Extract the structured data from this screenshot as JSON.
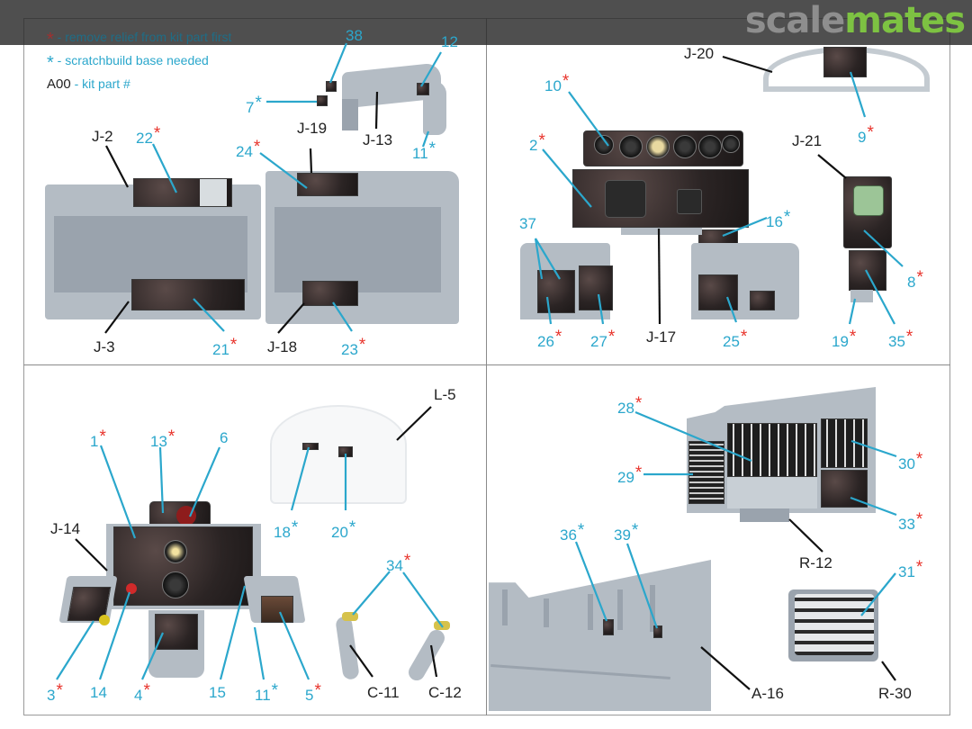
{
  "brand": {
    "word1": "scale",
    "word2": "mates"
  },
  "legend": {
    "red_star": "*",
    "red_text": " - remove relief from kit part first",
    "blue_star": "*",
    "blue_text": " - scratchbuild base needed",
    "part_code": "A00",
    "part_text": " - kit part #"
  },
  "colors": {
    "label_blue": "#2ba7cc",
    "asterisk_red": "#e8342c",
    "brand_green": "#7dc242",
    "brand_gray": "#8e8e8e",
    "plastic_gray": "#b4bcc4"
  },
  "quadrants": {
    "top_left": {
      "parts": [
        "J-2",
        "J-3",
        "J-13",
        "J-18",
        "J-19"
      ],
      "numbers": [
        {
          "n": "38",
          "mark": ""
        },
        {
          "n": "12",
          "mark": ""
        },
        {
          "n": "7",
          "mark": "blue"
        },
        {
          "n": "11",
          "mark": "blue"
        },
        {
          "n": "22",
          "mark": "red"
        },
        {
          "n": "24",
          "mark": "red"
        },
        {
          "n": "21",
          "mark": "red"
        },
        {
          "n": "23",
          "mark": "red"
        }
      ]
    },
    "top_right": {
      "parts": [
        "J-20",
        "J-21",
        "J-17"
      ],
      "numbers": [
        {
          "n": "10",
          "mark": "red"
        },
        {
          "n": "9",
          "mark": "red"
        },
        {
          "n": "2",
          "mark": "red"
        },
        {
          "n": "16",
          "mark": "blue"
        },
        {
          "n": "37",
          "mark": ""
        },
        {
          "n": "8",
          "mark": "red"
        },
        {
          "n": "26",
          "mark": "red"
        },
        {
          "n": "27",
          "mark": "red"
        },
        {
          "n": "25",
          "mark": "red"
        },
        {
          "n": "19",
          "mark": "red"
        },
        {
          "n": "35",
          "mark": "red"
        }
      ]
    },
    "bottom_left": {
      "parts": [
        "L-5",
        "J-14",
        "C-11",
        "C-12"
      ],
      "numbers": [
        {
          "n": "1",
          "mark": "red"
        },
        {
          "n": "13",
          "mark": "red"
        },
        {
          "n": "6",
          "mark": ""
        },
        {
          "n": "18",
          "mark": "blue"
        },
        {
          "n": "20",
          "mark": "blue"
        },
        {
          "n": "34",
          "mark": "red"
        },
        {
          "n": "3",
          "mark": "red"
        },
        {
          "n": "14",
          "mark": ""
        },
        {
          "n": "4",
          "mark": "red"
        },
        {
          "n": "15",
          "mark": ""
        },
        {
          "n": "11",
          "mark": "blue"
        },
        {
          "n": "5",
          "mark": "red"
        }
      ]
    },
    "bottom_right": {
      "parts": [
        "R-12",
        "A-16",
        "R-30"
      ],
      "numbers": [
        {
          "n": "28",
          "mark": "red"
        },
        {
          "n": "29",
          "mark": "red"
        },
        {
          "n": "30",
          "mark": "red"
        },
        {
          "n": "33",
          "mark": "red"
        },
        {
          "n": "36",
          "mark": "blue"
        },
        {
          "n": "39",
          "mark": "blue"
        },
        {
          "n": "31",
          "mark": "red"
        }
      ]
    }
  }
}
